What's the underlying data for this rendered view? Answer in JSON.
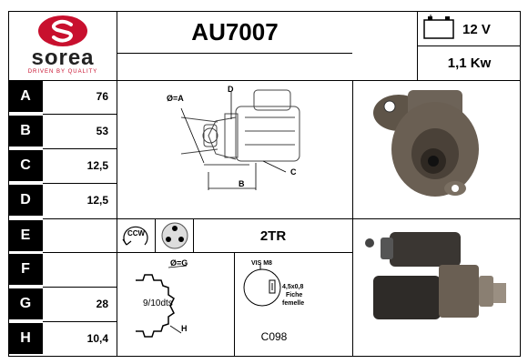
{
  "brand": {
    "name": "sorea",
    "tagline": "DRIVEN BY QUALITY"
  },
  "part_number": "AU7007",
  "specs": {
    "voltage": "12 V",
    "power": "1,1 Kw"
  },
  "rows": [
    {
      "label": "A",
      "value": "76"
    },
    {
      "label": "B",
      "value": "53"
    },
    {
      "label": "C",
      "value": "12,5"
    },
    {
      "label": "D",
      "value": "12,5"
    },
    {
      "label": "E",
      "value": ""
    },
    {
      "label": "F",
      "value": ""
    },
    {
      "label": "G",
      "value": "28"
    },
    {
      "label": "H",
      "value": "10,4"
    }
  ],
  "diagram": {
    "dim_a": "Ø=A",
    "dim_b": "B",
    "dim_c": "C",
    "dim_d": "D"
  },
  "rotation": "CCW",
  "mounting": "2TR",
  "gear": {
    "dim_g": "Ø=G",
    "teeth": "9/10dts",
    "dim_h": "H"
  },
  "connector": {
    "stud": "VIS M8",
    "spec_line1": "4,5x0,8",
    "spec_line2": "Fiche",
    "spec_line3": "femelle"
  },
  "connector_code": "C098",
  "colors": {
    "brand_red": "#c8102e",
    "label_bg": "#000000"
  }
}
